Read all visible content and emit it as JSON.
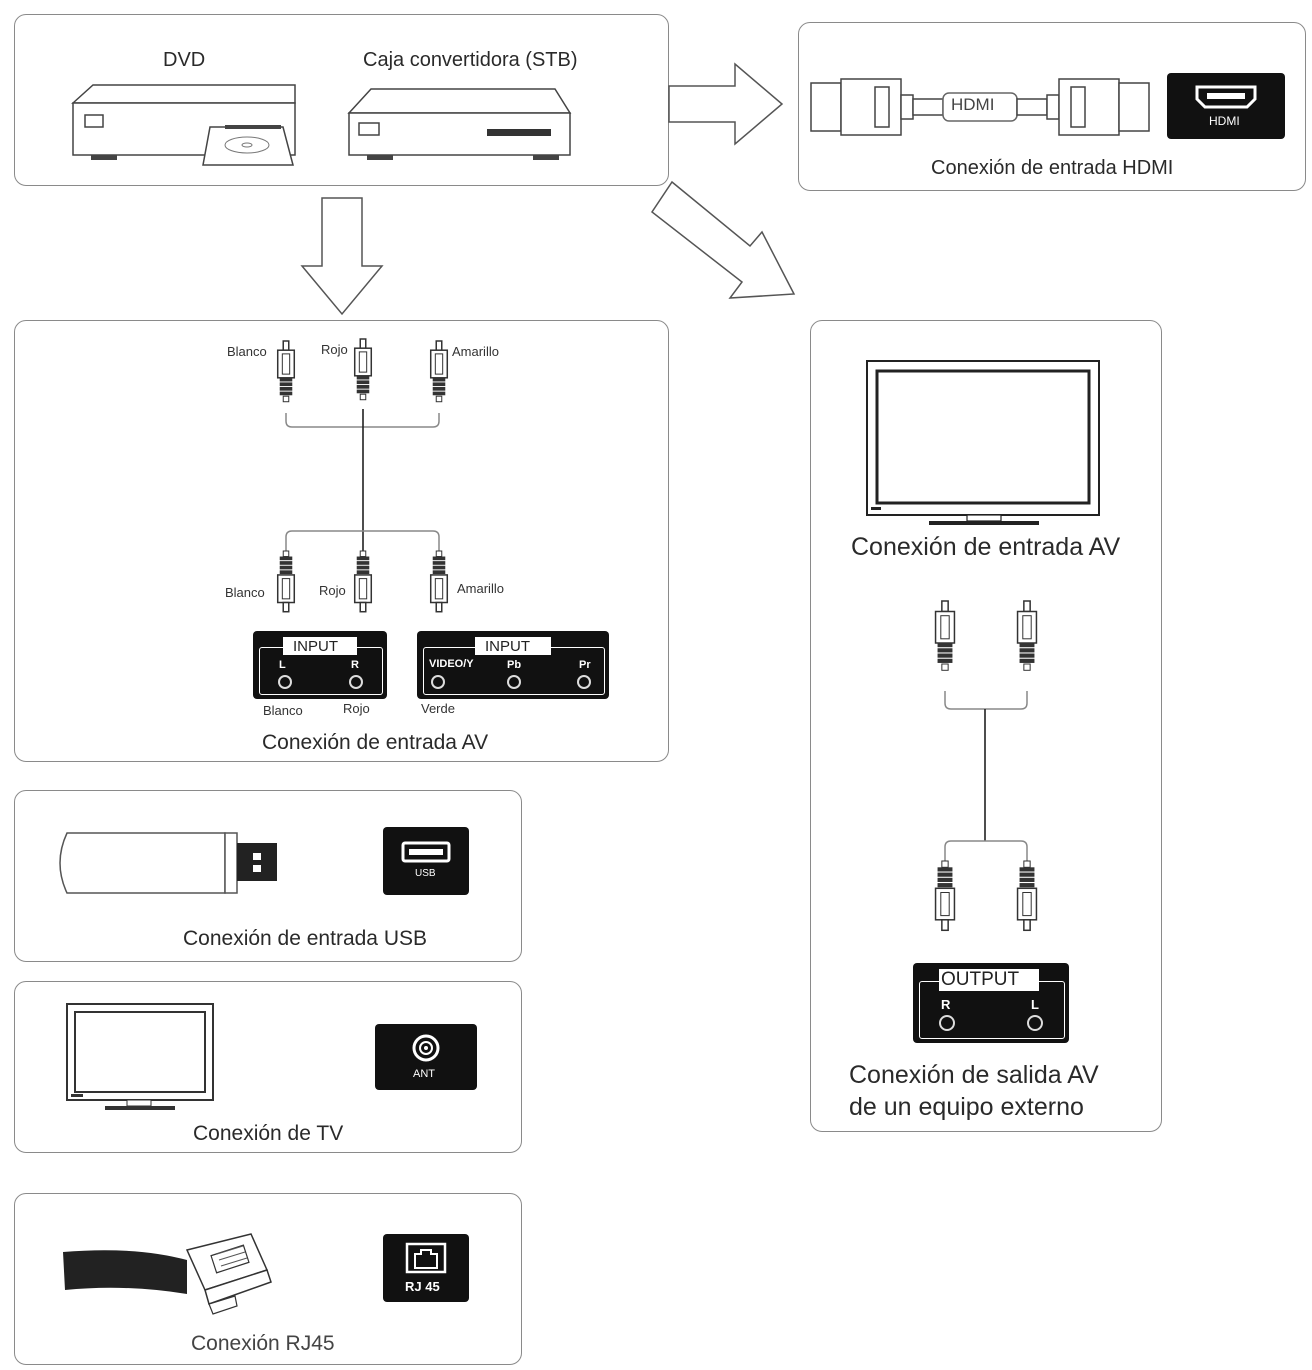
{
  "source": {
    "dvd_label": "DVD",
    "stb_label": "Caja convertidora (STB)"
  },
  "hdmi": {
    "cable_label": "HDMI",
    "port_label": "HDMI",
    "caption": "Conexión de entrada HDMI"
  },
  "av_in": {
    "plug_top": [
      "Blanco",
      "Rojo",
      "Amarillo"
    ],
    "plug_bottom": [
      "Blanco",
      "Rojo",
      "Amarillo"
    ],
    "input1": {
      "title": "INPUT",
      "ports": [
        "L",
        "R"
      ]
    },
    "input2": {
      "title": "INPUT",
      "ports": [
        "VIDEO/Y",
        "Pb",
        "Pr"
      ]
    },
    "port_colors": [
      "Blanco",
      "Rojo",
      "Verde"
    ],
    "caption": "Conexión de entrada AV"
  },
  "av_out": {
    "caption_top": "Conexión de entrada AV",
    "output": {
      "title": "OUTPUT",
      "ports": [
        "R",
        "L"
      ]
    },
    "caption_line1": "Conexión de salida AV",
    "caption_line2": "de un equipo externo"
  },
  "usb": {
    "port_label": "USB",
    "caption": "Conexión de entrada USB"
  },
  "tv": {
    "port_label": "ANT",
    "caption": "Conexión de TV"
  },
  "rj45": {
    "port_label": "RJ 45",
    "caption": "Conexión RJ45"
  }
}
